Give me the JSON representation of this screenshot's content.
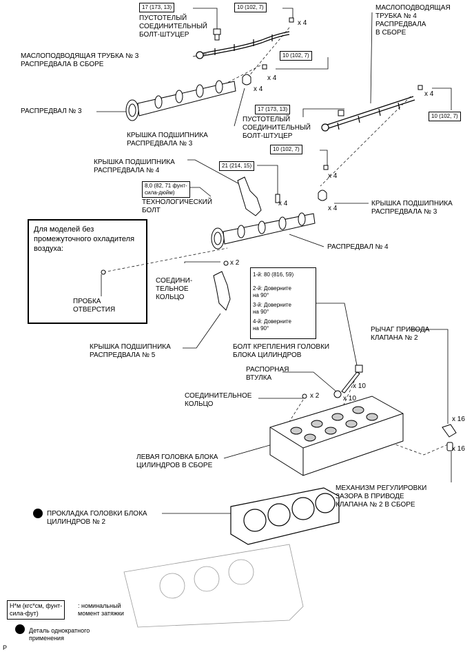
{
  "labels": {
    "hollow_bolt_1": [
      "ПУСТОТЕЛЫЙ",
      "СОЕДИНИТЕЛЬНЫЙ",
      "БОЛТ-ШТУЦЕР"
    ],
    "oil_tube_3": [
      "МАСЛОПОДВОДЯЩАЯ ТРУБКА № 3",
      "РАСПРЕДВАЛА В СБОРЕ"
    ],
    "camshaft_3": "РАСПРЕДВАЛ № 3",
    "bearing_cap_3_left": [
      "КРЫШКА ПОДШИПНИКА",
      "РАСПРЕДВАЛА № 3"
    ],
    "oil_tube_4": [
      "МАСЛОПОДВОДЯЩАЯ",
      "ТРУБКА № 4",
      "РАСПРЕДВАЛА",
      "В СБОРЕ"
    ],
    "hollow_bolt_2": [
      "ПУСТОТЕЛЫЙ",
      "СОЕДИНИТЕЛЬНЫЙ",
      "БОЛТ-ШТУЦЕР"
    ],
    "bearing_cap_4": [
      "КРЫШКА ПОДШИПНИКА",
      "РАСПРЕДВАЛА № 4"
    ],
    "service_bolt": [
      "ТЕХНОЛОГИЧЕСКИЙ",
      "БОЛТ"
    ],
    "bearing_cap_3_right": [
      "КРЫШКА ПОДШИПНИКА",
      "РАСПРЕДВАЛА № 3"
    ],
    "camshaft_4": "РАСПРЕДВАЛ № 4",
    "connecting_ring_1": [
      "СОЕДИНИ-",
      "ТЕЛЬНОЕ",
      "КОЛЬЦО"
    ],
    "bearing_cap_5": [
      "КРЫШКА ПОДШИПНИКА",
      "РАСПРЕДВАЛА № 5"
    ],
    "head_bolt": [
      "БОЛТ КРЕПЛЕНИЯ ГОЛОВКИ",
      "БЛОКА ЦИЛИНДРОВ"
    ],
    "rocker_arm": [
      "РЫЧАГ ПРИВОДА",
      "КЛАПАНА № 2"
    ],
    "spacer": [
      "РАСПОРНАЯ",
      "ВТУЛКА"
    ],
    "connecting_ring_2": [
      "СОЕДИНИТЕЛЬНОЕ",
      "КОЛЬЦО"
    ],
    "left_head": [
      "ЛЕВАЯ ГОЛОВКА БЛОКА",
      "ЦИЛИНДРОВ В СБОРЕ"
    ],
    "lash_adjuster": [
      "МЕХАНИЗМ РЕГУЛИРОВКИ",
      "ЗАЗОРА В ПРИВОДЕ",
      "КЛАПАНА № 2 В СБОРЕ"
    ],
    "head_gasket": [
      "ПРОКЛАДКА ГОЛОВКИ БЛОКА",
      "ЦИЛИНДРОВ № 2"
    ],
    "hole_plug": [
      "ПРОБКА",
      "ОТВЕРСТИЯ"
    ],
    "inset_title": "Для моделей без промежуточного охладителя воздуха:"
  },
  "torques": {
    "t_hollow_1": "17 (173, 13)",
    "t_tube3_bolt": "10 (102, 7)",
    "t_cap3_left": "10 (102, 7)",
    "t_tube4_bolt": "10 (102, 7)",
    "t_hollow_2": "17 (173, 13)",
    "t_cap3_right": "10 (102, 7)",
    "t_cap4": "21 (214, 15)",
    "t_service": [
      "8,0 (82, 71 фунт-",
      "сила-дюйм)"
    ],
    "head_bolt_steps": [
      "1-й: 80 (816, 59)",
      "2-й: Доверните",
      "на 90°",
      "3-й: Доверните",
      "на 90°",
      "4-й: Доверните",
      "на 90°"
    ]
  },
  "quantities": {
    "q_tube3_bolt": "x 4",
    "q_cap3_left_bolt": "x 4",
    "q_cap3_left": "x 4",
    "q_tube4_bolt": "x 4",
    "q_cap3_right_bolt": "x 4",
    "q_cap3_right": "x 4",
    "q_cap4": "x 4",
    "q_ring1": "x 2",
    "q_head_bolt": "x 10",
    "q_spacer": "x 10",
    "q_ring2": "x 2",
    "q_rocker": "x 16",
    "q_adjuster": "x 16"
  },
  "legend": {
    "torque_unit": [
      "Н*м (кгс*см, фунт-",
      "сила-фут)"
    ],
    "torque_desc": [
      ": номинальный",
      "момент затяжки"
    ],
    "single_use": [
      "Деталь однократного",
      "применения"
    ]
  },
  "footer": "P"
}
